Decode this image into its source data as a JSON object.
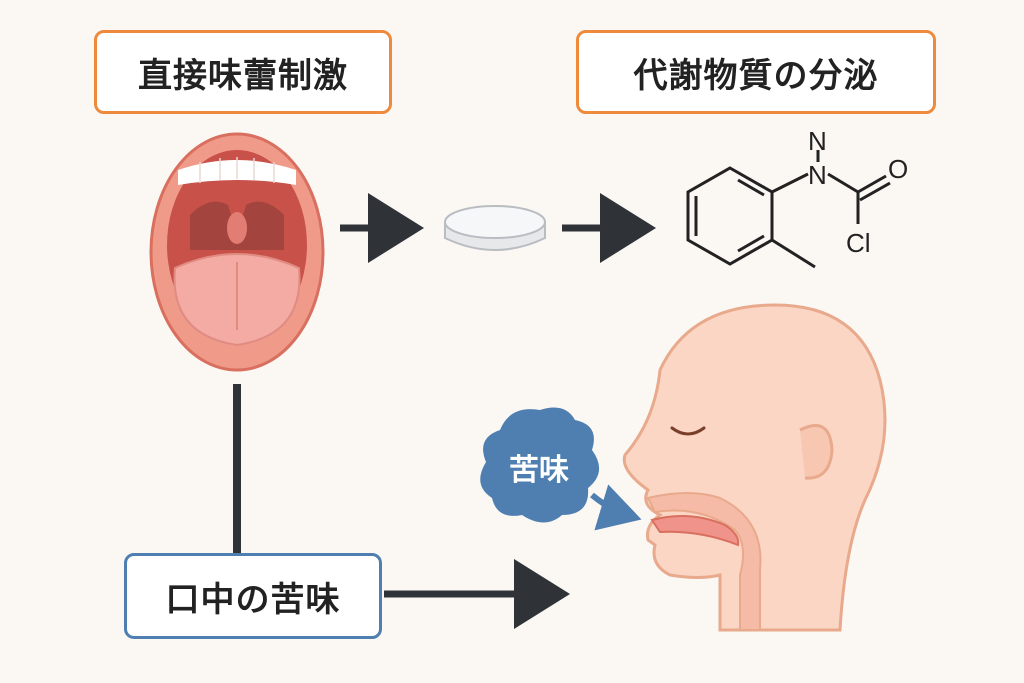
{
  "labels": {
    "direct_stimulation": "直接味蕾制激",
    "metabolite_secretion": "代謝物質の分泌",
    "bitter_taste_in_mouth": "口中の苦味",
    "bitter_bubble": "苦味"
  },
  "chemical": {
    "atom_n": "N",
    "atom_o": "O",
    "atom_cl": "Cl"
  },
  "colors": {
    "orange_border": "#ee8a3c",
    "blue_border": "#4f7fb0",
    "arrow": "#2f3237",
    "bubble": "#4f7fb0",
    "skin": "#fbd6c4",
    "lips": "#f09a8a",
    "tongue": "#f0a8a0"
  },
  "icons": [
    "open-mouth-icon",
    "tablet-icon",
    "head-profile-icon",
    "chemical-structure-icon"
  ]
}
